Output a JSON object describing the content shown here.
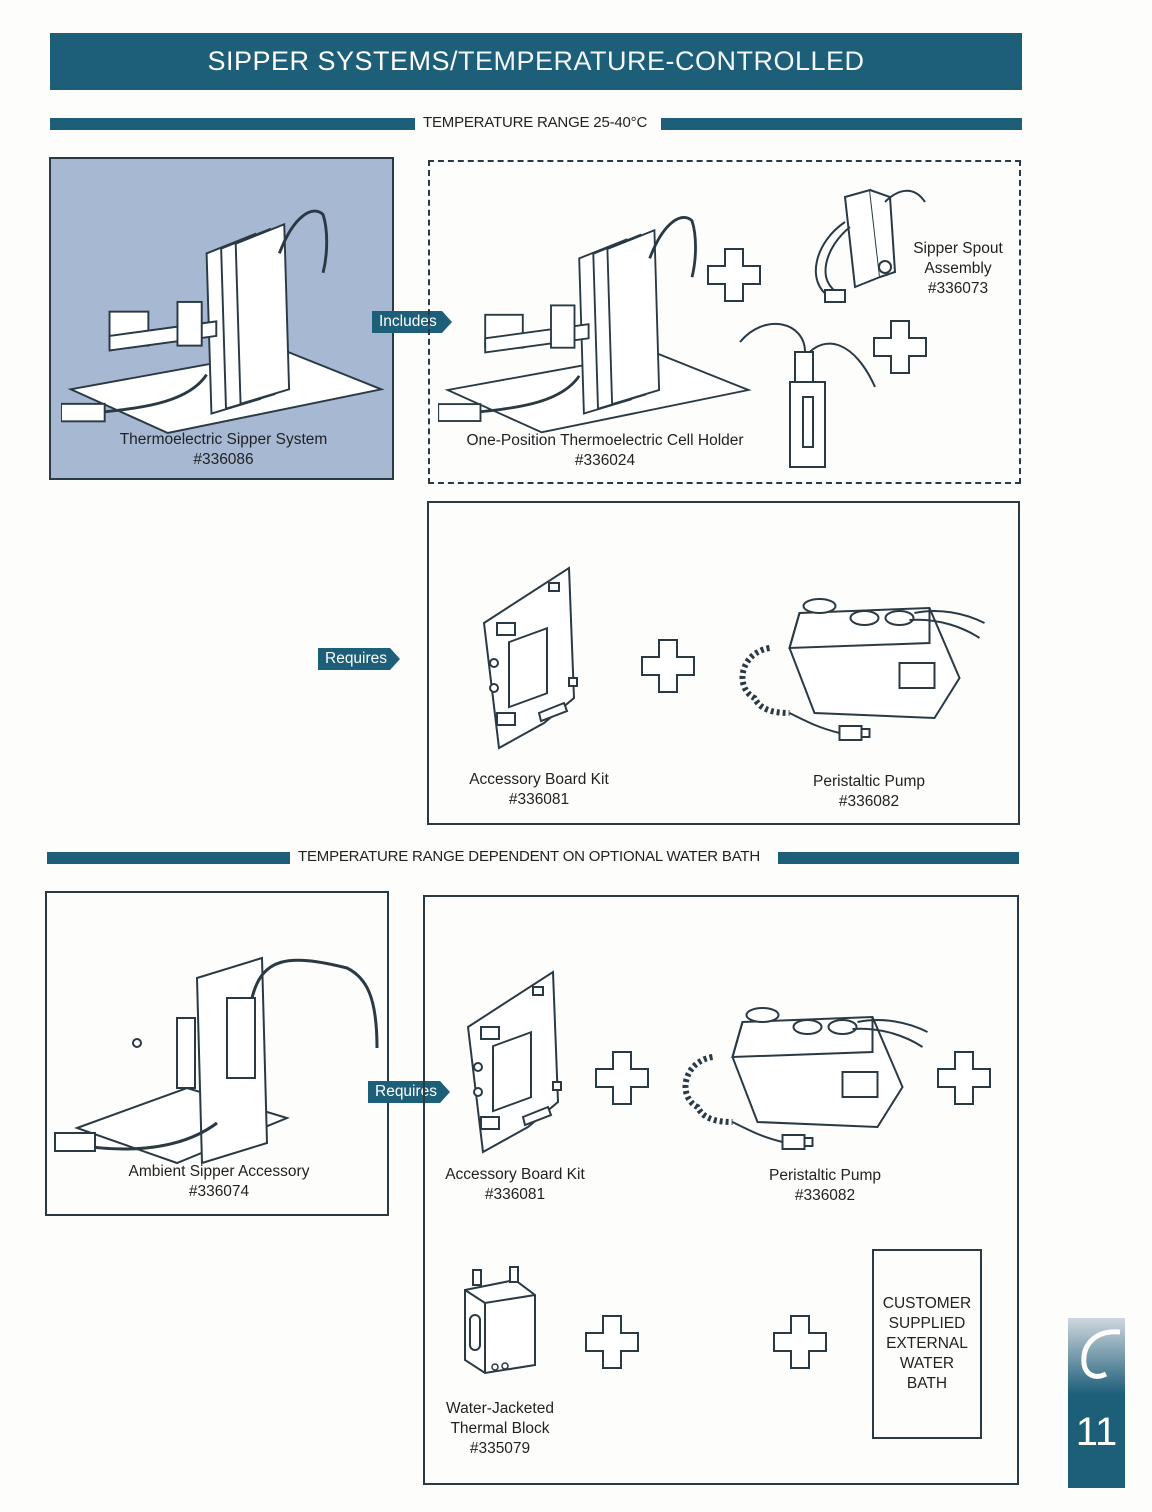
{
  "header": {
    "title_main": "SIPPER SYSTEMS/",
    "title_sub": "TEMPERATURE-CONTROLLED"
  },
  "section1": {
    "label": "TEMPERATURE RANGE 25-40°C",
    "system": {
      "name": "Thermoelectric Sipper System",
      "part": "#336086"
    },
    "includes_label": "Includes",
    "cell_holder": {
      "name": "One-Position Thermoelectric Cell Holder",
      "part": "#336024"
    },
    "spout": {
      "line1": "Sipper Spout",
      "line2": "Assembly",
      "part": "#336073"
    },
    "requires_label": "Requires",
    "board": {
      "name": "Accessory Board Kit",
      "part": "#336081"
    },
    "pump": {
      "name": "Peristaltic Pump",
      "part": "#336082"
    }
  },
  "section2": {
    "label": "TEMPERATURE RANGE DEPENDENT ON OPTIONAL WATER BATH",
    "accessory": {
      "name": "Ambient Sipper Accessory",
      "part": "#336074"
    },
    "requires_label": "Requires",
    "board": {
      "name": "Accessory Board Kit",
      "part": "#336081"
    },
    "pump": {
      "name": "Peristaltic Pump",
      "part": "#336082"
    },
    "block": {
      "line1": "Water-Jacketed",
      "line2": "Thermal Block",
      "part": "#335079"
    },
    "water_bath": [
      "CUSTOMER",
      "SUPPLIED",
      "EXTERNAL",
      "WATER",
      "BATH"
    ]
  },
  "footer": {
    "page_number": "11"
  },
  "colors": {
    "brand": "#1d5e78",
    "shaded_panel": "#a7b8d3",
    "line": "#2a3a44"
  }
}
